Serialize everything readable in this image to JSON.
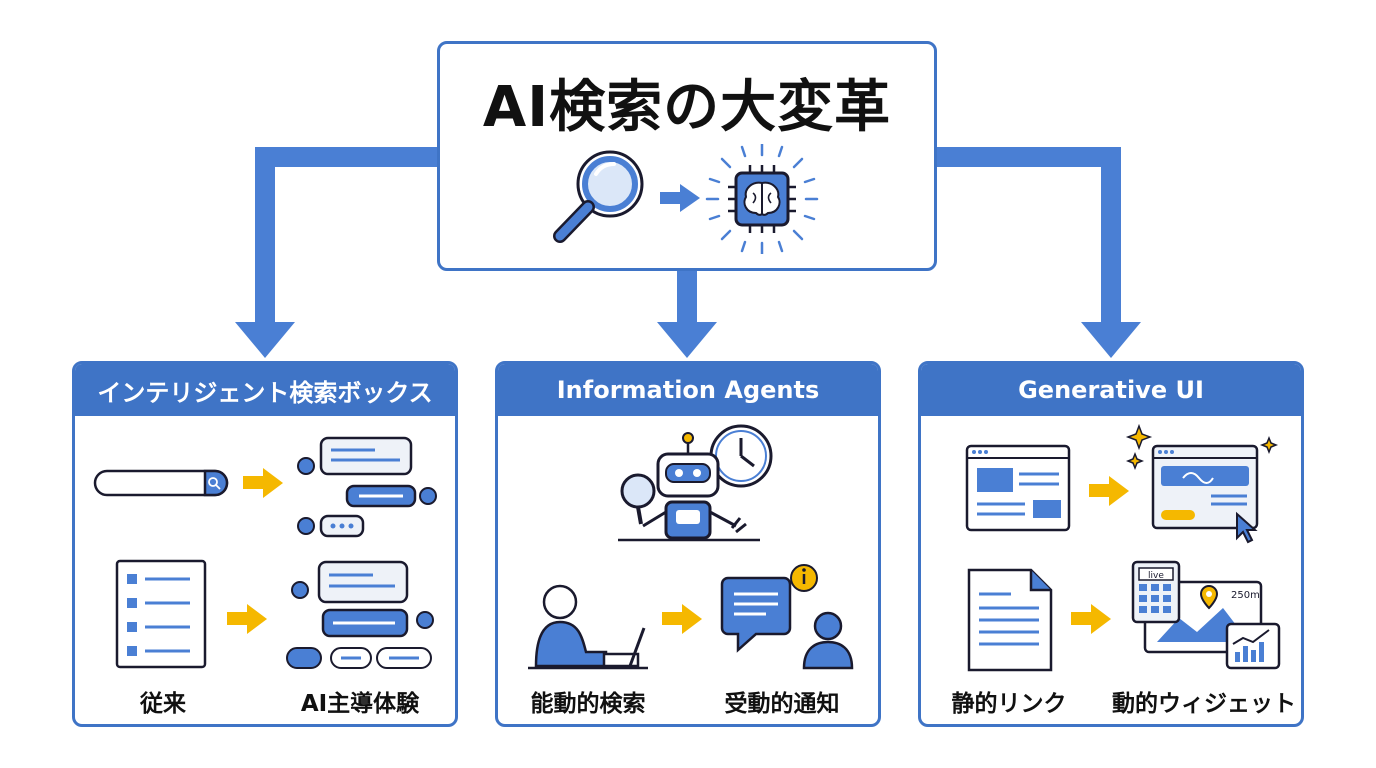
{
  "title": "AI検索の大変革",
  "colors": {
    "primary": "#3f74c6",
    "accent": "#f5b800",
    "icon_fill": "#4a7fd4",
    "light": "#eef2f8"
  },
  "header_icons": [
    "magnifier-icon",
    "arrow-right-icon",
    "ai-chip-brain-icon"
  ],
  "panels": [
    {
      "heading": "インテリジェント検索ボックス",
      "captions": {
        "left": "従来",
        "right": "AI主導体験"
      },
      "icons": [
        "search-bar-icon",
        "chat-bubbles-icon",
        "document-list-icon",
        "chat-reactions-icon"
      ]
    },
    {
      "heading": "Information Agents",
      "captions": {
        "left": "能動的検索",
        "right": "受動的通知"
      },
      "icons": [
        "robot-agent-icon",
        "clock-icon",
        "person-laptop-icon",
        "notification-chat-icon"
      ]
    },
    {
      "heading": "Generative UI",
      "captions": {
        "left": "静的リンク",
        "right": "動的ウィジェット"
      },
      "widget_labels": {
        "live": "live",
        "distance": "250m"
      },
      "icons": [
        "static-webpage-icon",
        "generated-ui-icon",
        "document-page-icon",
        "widgets-dashboard-icon"
      ]
    }
  ]
}
